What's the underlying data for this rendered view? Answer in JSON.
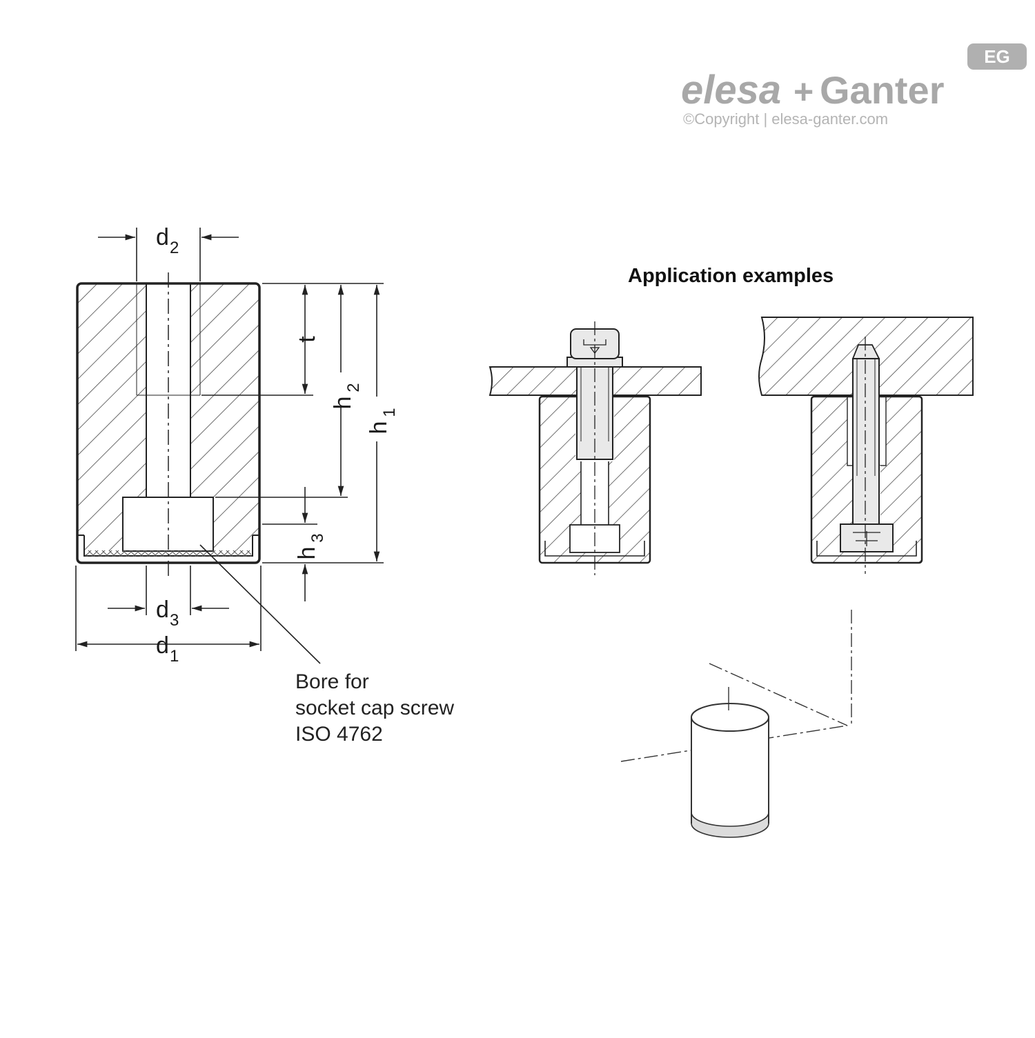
{
  "logo": {
    "badge": "EG",
    "brand_left": "elesa",
    "brand_plus": "+",
    "brand_right": "Ganter",
    "copyright": "©Copyright | elesa-ganter.com"
  },
  "heading": "Application examples",
  "dimensions": {
    "d2": {
      "base": "d",
      "sub": "2"
    },
    "d3": {
      "base": "d",
      "sub": "3"
    },
    "d1": {
      "base": "d",
      "sub": "1"
    },
    "t": "t",
    "h2": {
      "base": "h",
      "sub": "2"
    },
    "h1": {
      "base": "h",
      "sub": "1"
    },
    "h3": {
      "base": "h",
      "sub": "3"
    }
  },
  "note": {
    "line1": "Bore for",
    "line2": "socket cap screw",
    "line3": "ISO 4762"
  },
  "colors": {
    "line": "#222222",
    "logo": "#a8a8a8",
    "hatch": "#444444",
    "fill": "#e9e9e9"
  }
}
